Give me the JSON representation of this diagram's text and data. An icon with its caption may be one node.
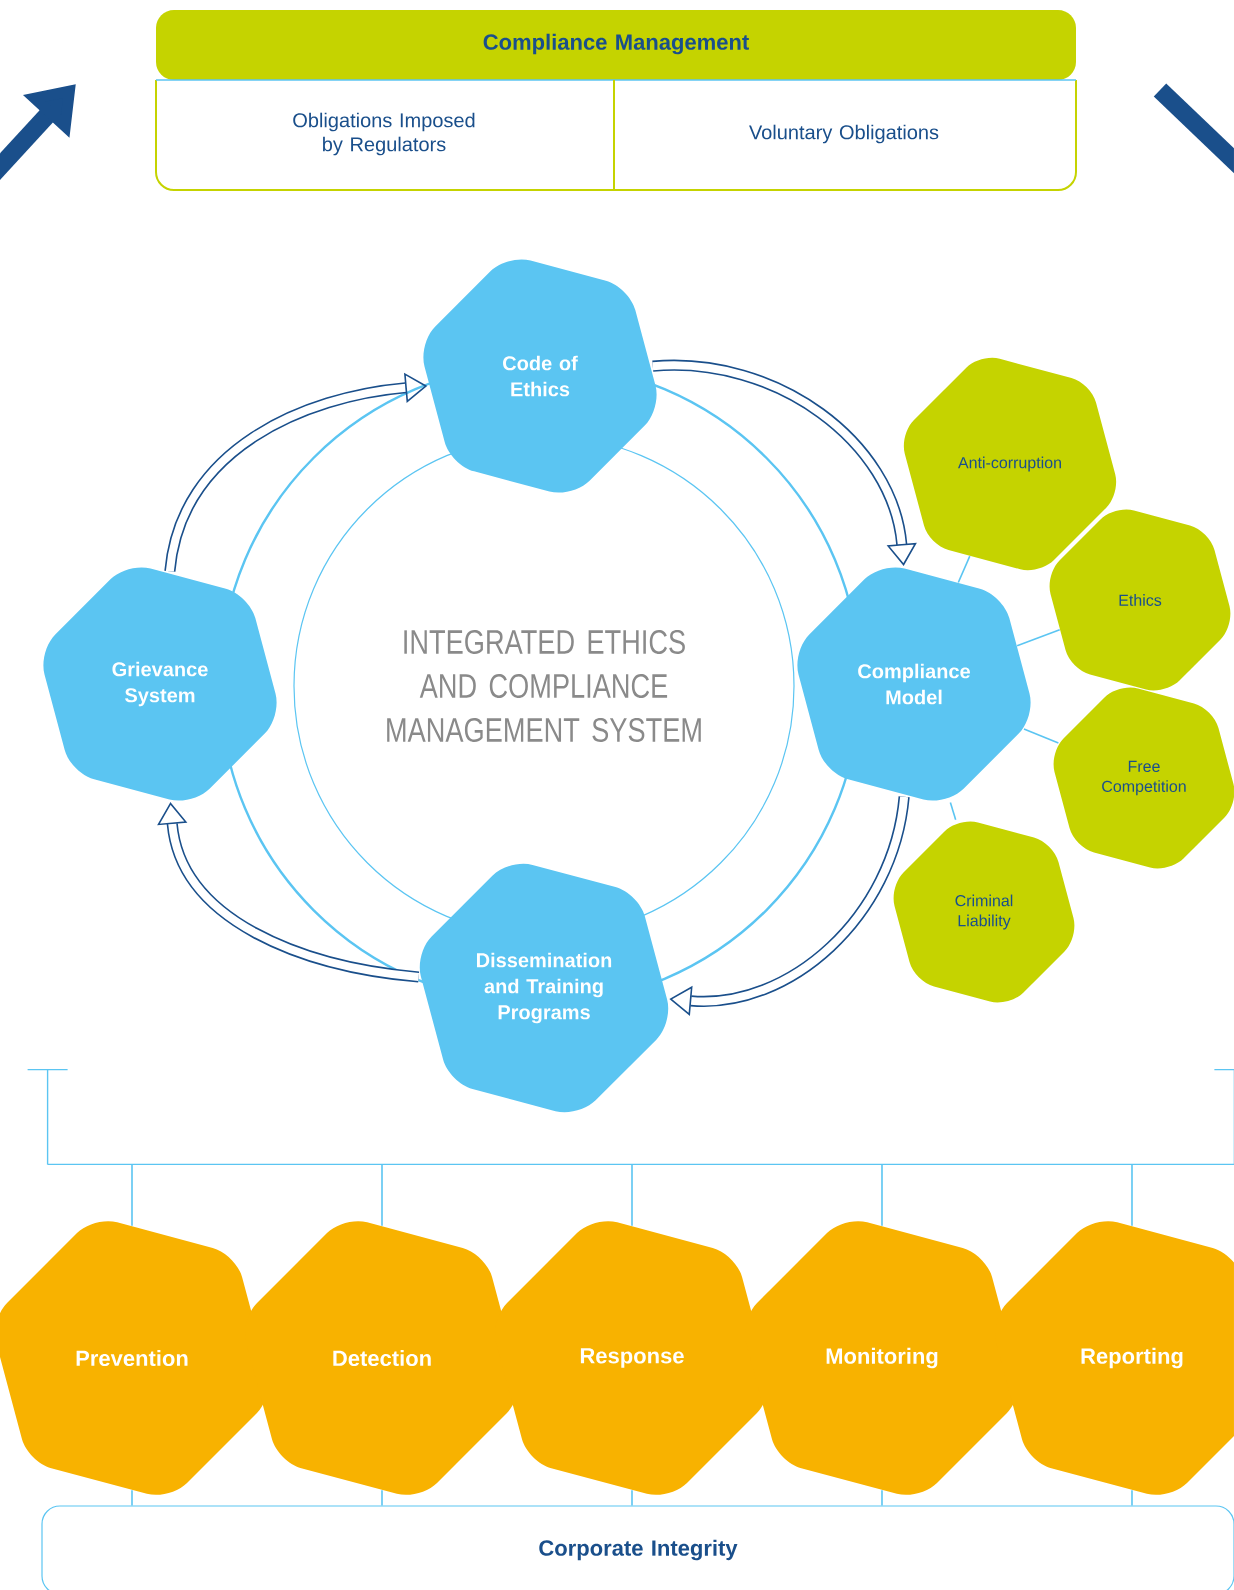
{
  "diagram": {
    "nodes": [
      {
        "text": [
          "Compliance Management"
        ]
      },
      {
        "text": [
          "Obligations Imposed by Regulators"
        ],
        "in": 0
      },
      {
        "text": [
          "Voluntary Obligations"
        ],
        "in": 0
      },
      {
        "text": [
          "INTEGRATED ETHICS AND COMPLIANCE MANAGEMENT SYSTEM"
        ]
      },
      {
        "text": [
          "Code of Ethics"
        ]
      },
      {
        "text": [
          "Compliance Model"
        ]
      },
      {
        "text": [
          "Dissemination and Training Programs"
        ]
      },
      {
        "text": [
          "Grievance System"
        ]
      },
      {
        "text": [
          "Anti-corruption"
        ]
      },
      {
        "text": [
          "Ethics"
        ]
      },
      {
        "text": [
          "Free Competition"
        ]
      },
      {
        "text": [
          "Criminal Liability"
        ]
      },
      {
        "text": [],
        "shape": "bar"
      },
      {
        "text": [
          "Prevention"
        ]
      },
      {
        "text": [
          "Detection"
        ]
      },
      {
        "text": [
          "Response"
        ]
      },
      {
        "text": [
          "Monitoring"
        ]
      },
      {
        "text": [
          "Reporting"
        ]
      },
      {
        "text": [
          "Corporate Integrity"
        ]
      }
    ],
    "edges": [
      {
        "from": 4,
        "to": 5,
        "arrow": "to",
        "style": "thick",
        "color": "#1a4f8b"
      },
      {
        "from": 5,
        "to": 6,
        "arrow": "to",
        "style": "thick",
        "color": "#1a4f8b"
      },
      {
        "from": 6,
        "to": 7,
        "arrow": "to",
        "style": "thick",
        "color": "#1a4f8b"
      },
      {
        "from": 7,
        "to": 4,
        "arrow": "to",
        "style": "thick",
        "color": "#1a4f8b"
      },
      {
        "from": 5,
        "to": 8,
        "arrow": "none"
      },
      {
        "from": 5,
        "to": 9,
        "arrow": "none"
      },
      {
        "from": 5,
        "to": 10,
        "arrow": "none"
      },
      {
        "from": 5,
        "to": 11,
        "arrow": "none"
      },
      {
        "from": 12,
        "to": 13,
        "arrow": "none"
      },
      {
        "from": 12,
        "to": 14,
        "arrow": "none"
      },
      {
        "from": 12,
        "to": 15,
        "arrow": "none"
      },
      {
        "from": 12,
        "to": 16,
        "arrow": "none"
      },
      {
        "from": 12,
        "to": 17,
        "arrow": "none"
      },
      {
        "from": 13,
        "to": 18,
        "arrow": "none"
      },
      {
        "from": 14,
        "to": 18,
        "arrow": "none"
      },
      {
        "from": 15,
        "to": 18,
        "arrow": "none"
      },
      {
        "from": 16,
        "to": 18,
        "arrow": "none"
      },
      {
        "from": 17,
        "to": 18,
        "arrow": "none"
      }
    ]
  }
}
